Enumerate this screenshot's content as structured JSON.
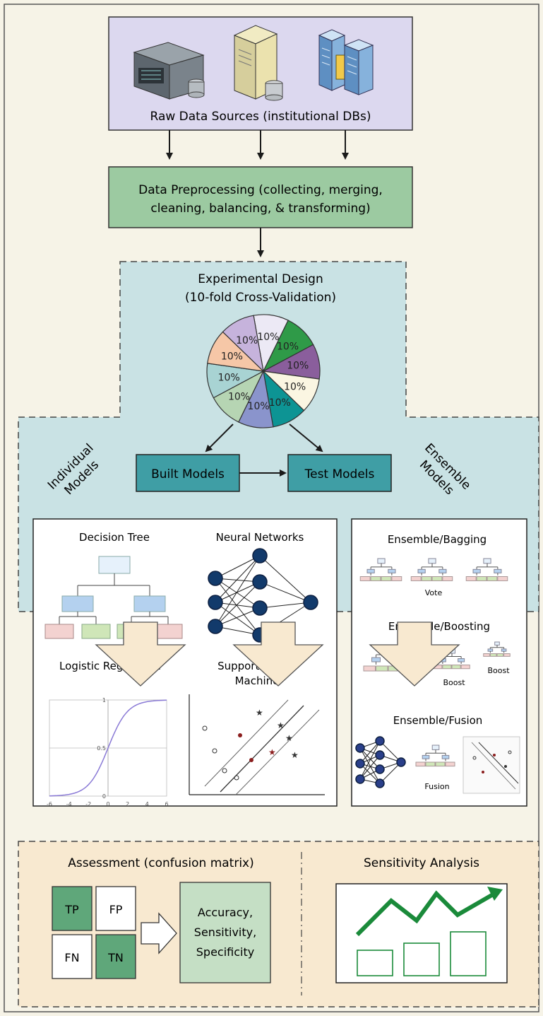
{
  "colors": {
    "page_bg": "#f6f3e7",
    "raw_sources_fill": "#dcd8ef",
    "preprocess_fill": "#9ccaa1",
    "experimental_fill": "#c9e2e4",
    "model_button_fill": "#3f9ea5",
    "assessment_fill": "#f8e9d0",
    "tp_tn_fill": "#5fa77a",
    "metrics_fill": "#c5dfc5",
    "trend_green": "#1a8a3a",
    "pie_slices": [
      "#ece9f5",
      "#2f9a48",
      "#8a5e9c",
      "#fbf6e2",
      "#0d9494",
      "#8a94cc",
      "#b6d5b3",
      "#a8d3d3",
      "#f6c7a7",
      "#c6b3dc"
    ]
  },
  "raw_sources": {
    "title": "Raw Data Sources (institutional DBs)",
    "icons": [
      "server-rack-icon",
      "tower-server-icon",
      "server-cluster-icon"
    ]
  },
  "preprocessing": {
    "line1": "Data Preprocessing (collecting, merging,",
    "line2": "cleaning, balancing, & transforming)"
  },
  "experimental_design": {
    "title_line1": "Experimental Design",
    "title_line2": "(10-fold Cross-Validation)",
    "slice_labels": [
      "10%",
      "10%",
      "10%",
      "10%",
      "10%",
      "10%",
      "10%",
      "10%",
      "10%",
      "10%"
    ]
  },
  "modeling": {
    "individual_label_line1": "Individual",
    "individual_label_line2": "Models",
    "ensemble_label_line1": "Ensemble",
    "ensemble_label_line2": "Models",
    "built_models": "Built Models",
    "test_models": "Test Models"
  },
  "individual_models": {
    "decision_tree": "Decision Tree",
    "neural_networks": "Neural Networks",
    "logistic_regression": "Logistic Regression",
    "svm_line1": "Support Vector",
    "svm_line2": "Machine",
    "logistic_x_ticks": [
      "-6",
      "-4",
      "-2",
      "0",
      "2",
      "4",
      "6"
    ],
    "logistic_y_ticks": [
      "0",
      "0.5",
      "1"
    ]
  },
  "ensemble_models": {
    "bagging": "Ensemble/Bagging",
    "vote": "Vote",
    "boosting": "Ensemble/Boosting",
    "boost1": "Boost",
    "boost2": "Boost",
    "fusion_title": "Ensemble/Fusion",
    "fusion": "Fusion"
  },
  "assessment": {
    "title": "Assessment (confusion matrix)",
    "tp": "TP",
    "fp": "FP",
    "fn": "FN",
    "tn": "TN",
    "metric1": "Accuracy,",
    "metric2": "Sensitivity,",
    "metric3": "Specificity"
  },
  "sensitivity": {
    "title": "Sensitivity Analysis"
  }
}
